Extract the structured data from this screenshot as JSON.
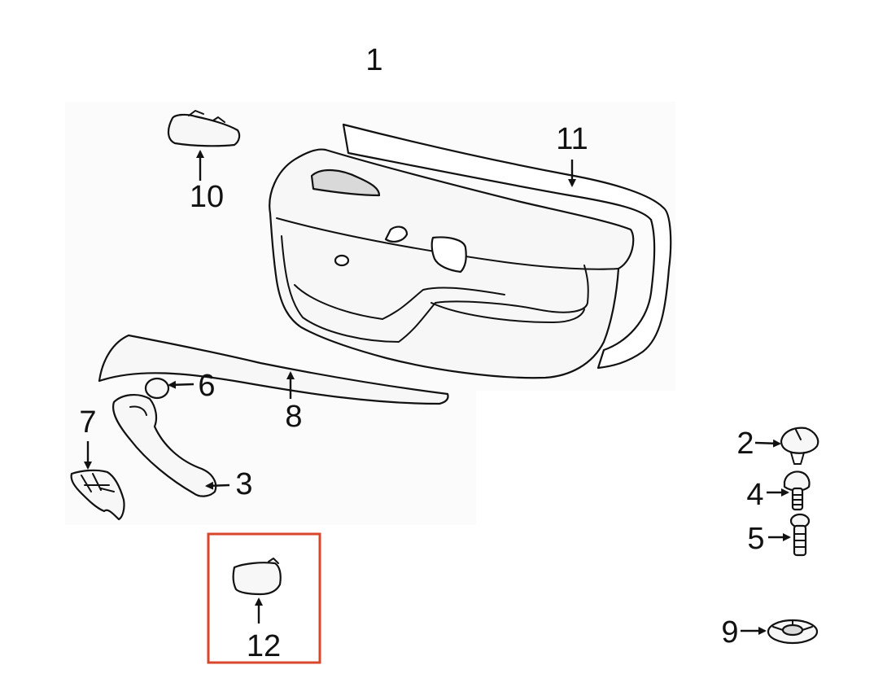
{
  "callouts": {
    "c1": "1",
    "c2": "2",
    "c3": "3",
    "c4": "4",
    "c5": "5",
    "c6": "6",
    "c7": "7",
    "c8": "8",
    "c9": "9",
    "c10": "10",
    "c11": "11",
    "c12": "12"
  },
  "highlight": {
    "part": "12",
    "color": "#d9472b"
  }
}
